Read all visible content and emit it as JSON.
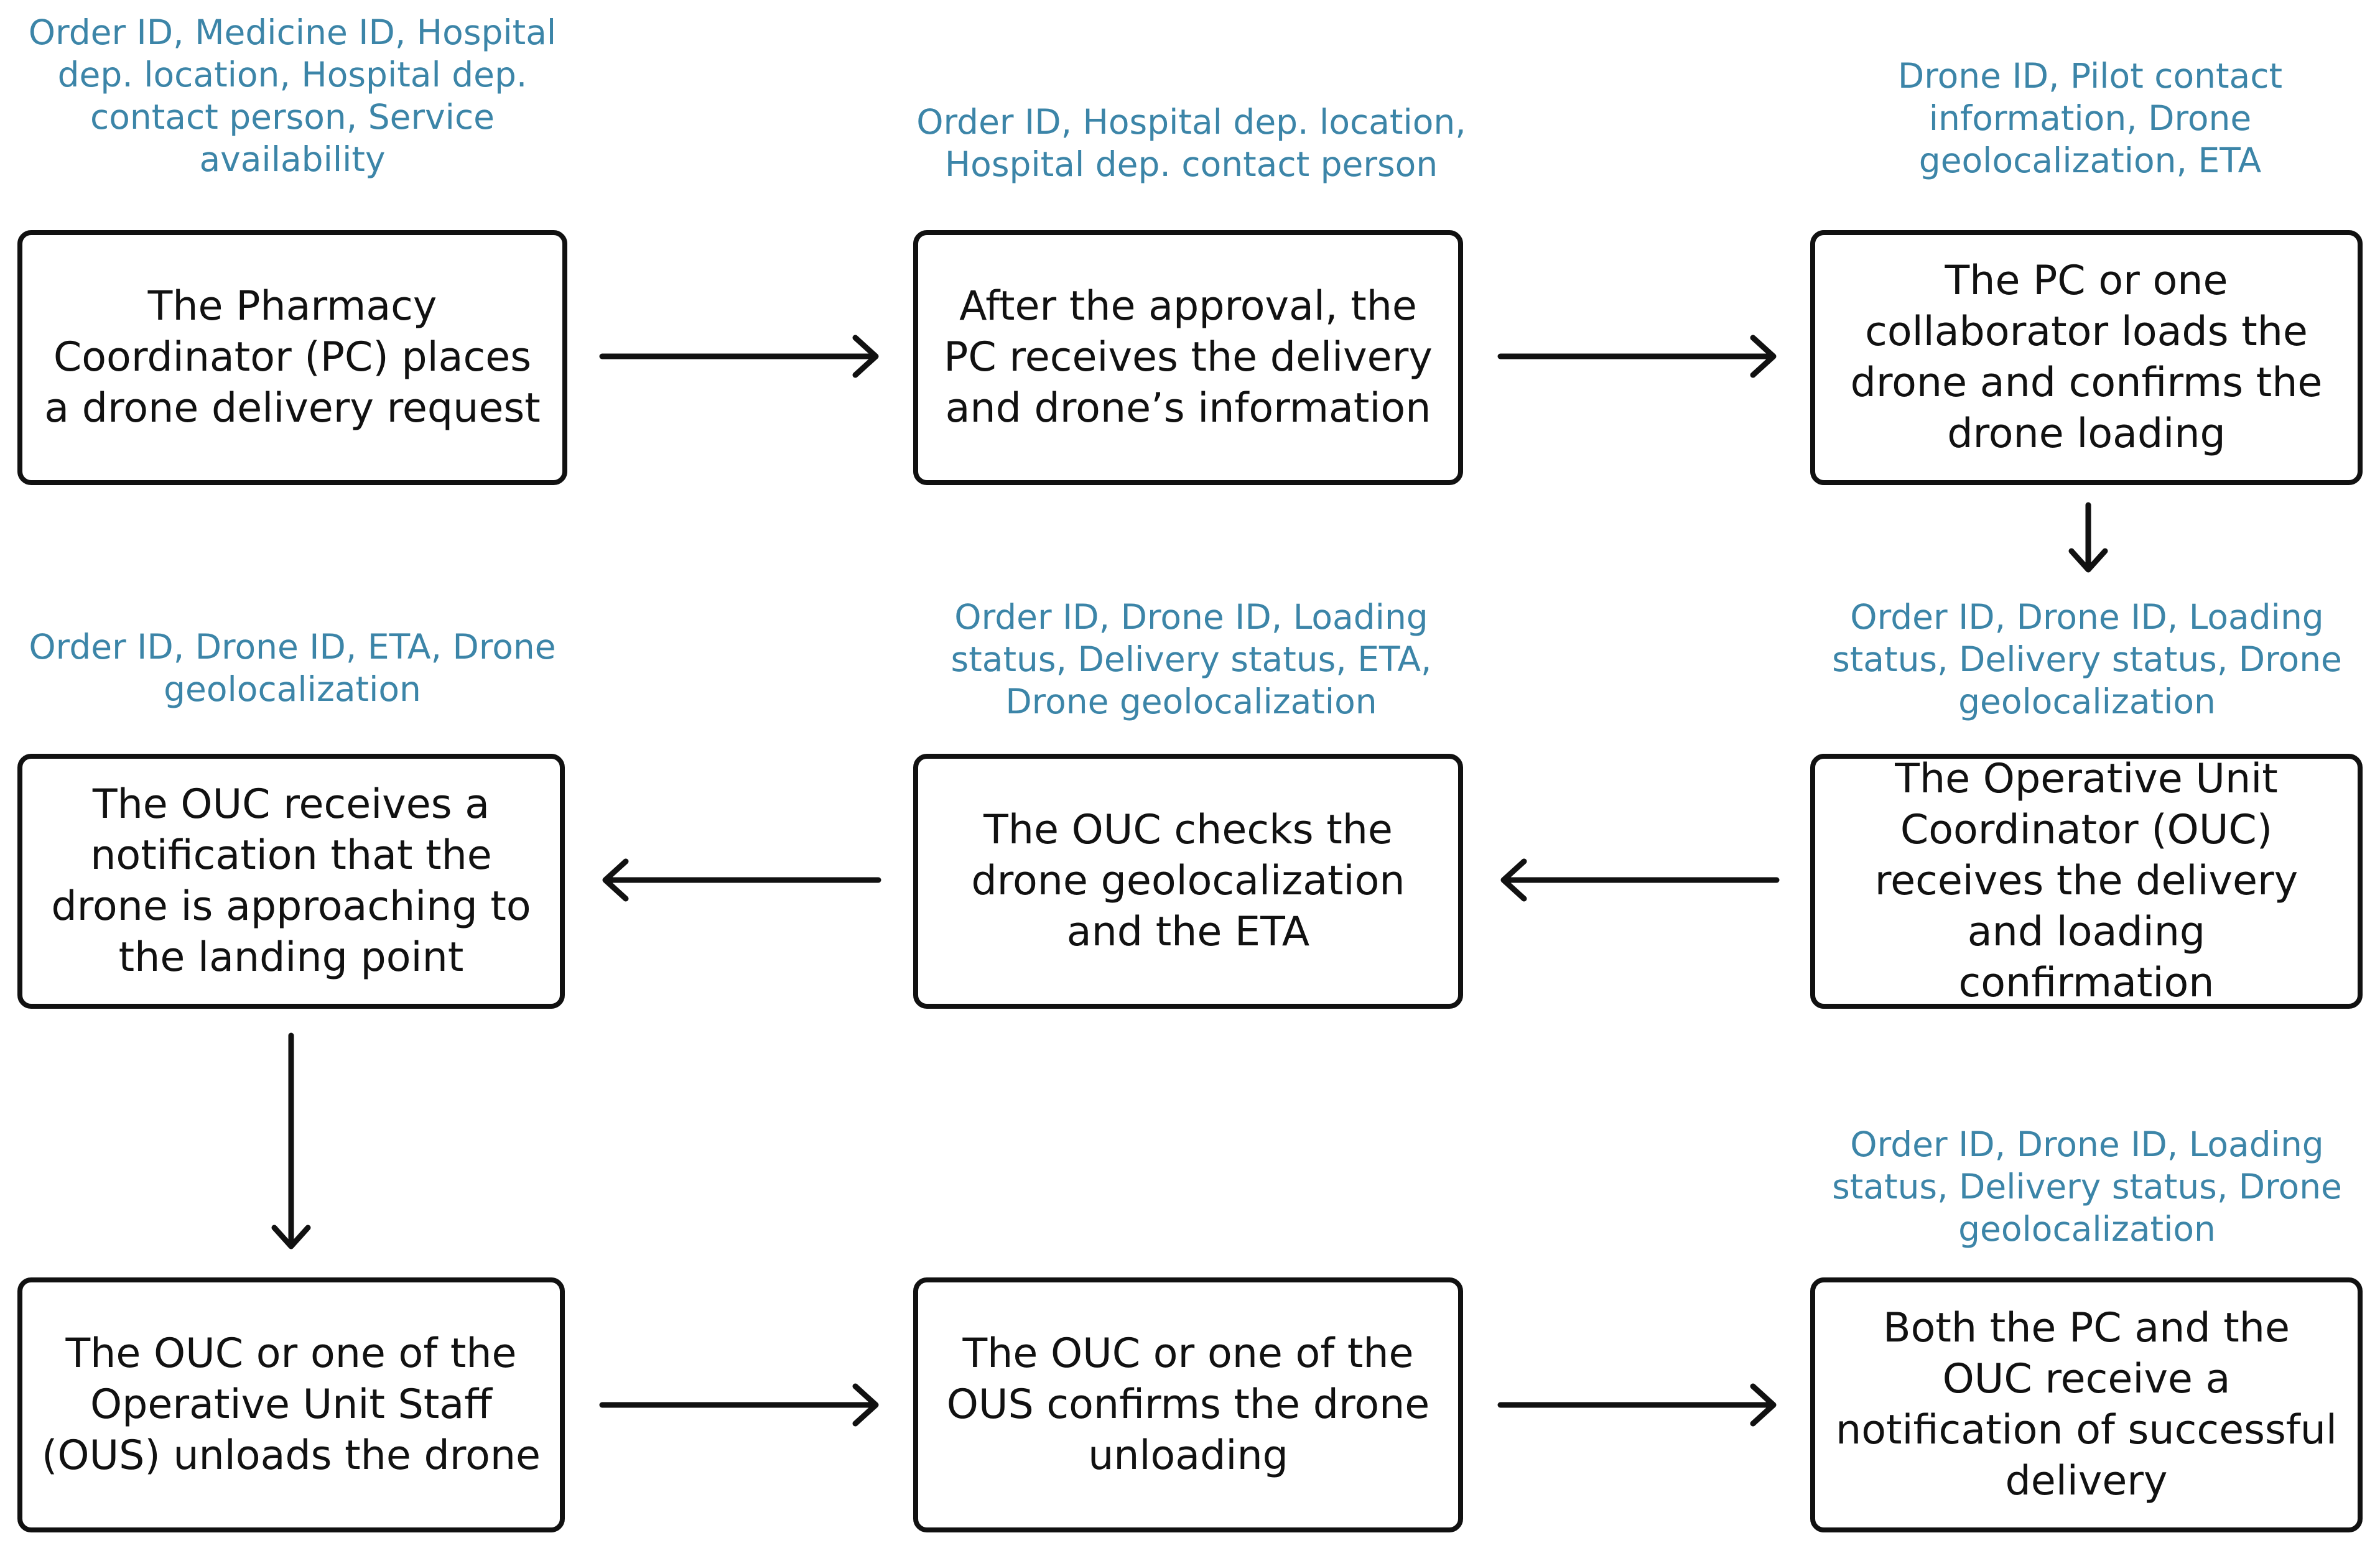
{
  "colors": {
    "box_border": "#111111",
    "box_text": "#111111",
    "note_text": "#3c85a8",
    "arrow": "#111111"
  },
  "steps": [
    {
      "text": "The Pharmacy Coordinator (PC) places a drone delivery request",
      "note": "Order ID, Medicine ID, Hospital dep. location, Hospital dep. contact person, Service availability"
    },
    {
      "text": "After the approval, the PC receives the delivery and drone’s information",
      "note": "Order ID, Hospital dep. location, Hospital dep. contact person"
    },
    {
      "text": "The PC or one collaborator loads the drone and confirms the drone loading",
      "note": "Drone ID, Pilot contact information, Drone geolocalization, ETA"
    },
    {
      "text": "The Operative Unit Coordinator (OUC) receives the delivery and loading confirmation",
      "note": "Order ID, Drone ID, Loading status, Delivery status, Drone geolocalization"
    },
    {
      "text": "The OUC checks the drone geolocalization and the ETA",
      "note": "Order ID, Drone ID, Loading status, Delivery status, ETA, Drone geolocalization"
    },
    {
      "text": "The OUC receives a notification that the drone is approaching to the landing point",
      "note": "Order ID, Drone ID, ETA, Drone geolocalization"
    },
    {
      "text": "The OUC or one of the Operative Unit Staff (OUS) unloads the drone",
      "note": ""
    },
    {
      "text": "The OUC or one of the OUS confirms the drone unloading",
      "note": ""
    },
    {
      "text": "Both the PC and the OUC receive a notification of successful delivery",
      "note": "Order ID, Drone ID, Loading status, Delivery status, Drone geolocalization"
    }
  ]
}
